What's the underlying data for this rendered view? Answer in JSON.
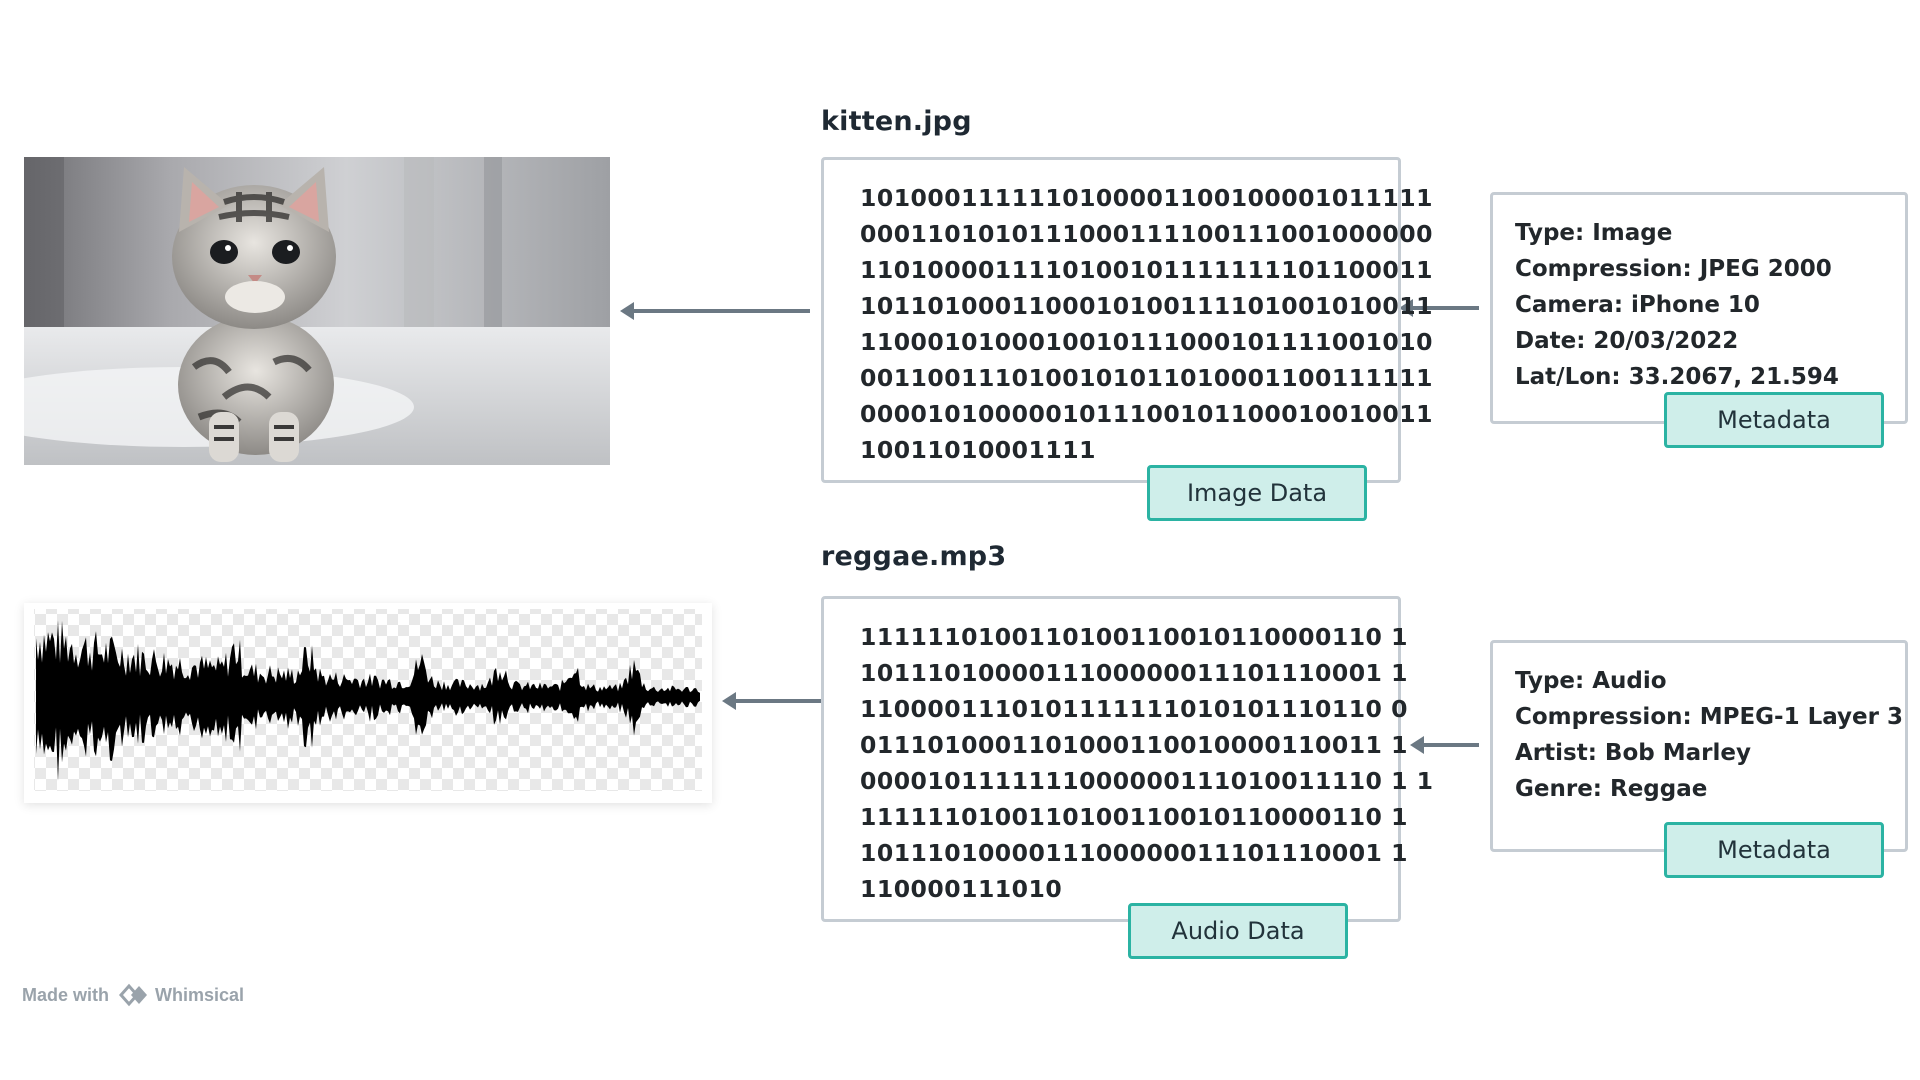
{
  "image_file": {
    "filename": "kitten.jpg",
    "binary_lines": [
      "1010001111110100001100100001011111",
      "0001101010111000111100111001000000",
      "1101000011110100101111111101100011",
      "1011010001100010100111101001010011",
      "1100010100010010111000101111001010",
      "0011001110100101011010001100111111",
      "0000101000001011100101100010010011",
      "10011010001111"
    ],
    "data_tag": "Image Data",
    "metadata_lines": [
      "Type: Image",
      "Compression: JPEG 2000",
      "Camera: iPhone 10",
      "Date: 20/03/2022",
      "Lat/Lon: 33.2067, 21.594"
    ],
    "metadata_tag": "Metadata"
  },
  "audio_file": {
    "filename": "reggae.mp3",
    "binary_lines": [
      "1111110100110100110010110000110 1",
      "1011101000011100000011101110001 1",
      "1100001110101111111010101110110 0",
      "0111010001101000110010000110011 1",
      "0000101111111000000111010011110 1 1",
      "1111110100110100110010110000110 1",
      "1011101000011100000011101110001 1",
      "110000111010"
    ],
    "data_tag": "Audio Data",
    "metadata_lines": [
      "Type: Audio",
      "Compression: MPEG-1 Layer 3",
      "Artist: Bob Marley",
      "Genre: Reggae"
    ],
    "metadata_tag": "Metadata"
  },
  "watermark": {
    "made_with": "Made with",
    "brand": "Whimsical"
  },
  "colors": {
    "tag_fill": "#cfeeea",
    "tag_border": "#2bb3a3",
    "box_border": "#c5ccd3",
    "arrow": "#6b7883"
  }
}
